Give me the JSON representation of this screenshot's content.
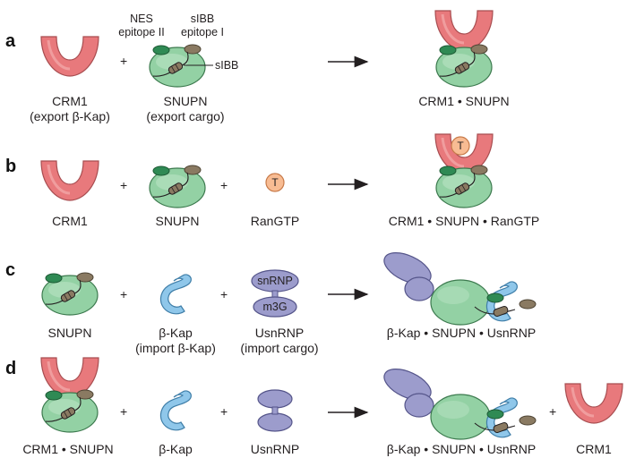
{
  "panels": {
    "a": {
      "letter": "a",
      "crm1": "CRM1",
      "crm1_sub": "(export β-Kap)",
      "snupn": "SNUPN",
      "snupn_sub": "(export cargo)",
      "nes_line1": "NES",
      "nes_line2": "epitope II",
      "sibb_line1": "sIBB",
      "sibb_line2": "epitope I",
      "sibb_label": "sIBB",
      "plus": "+",
      "product": "CRM1 • SNUPN"
    },
    "b": {
      "letter": "b",
      "crm1": "CRM1",
      "snupn": "SNUPN",
      "rangtp": "RanGTP",
      "t": "T",
      "plus": "+",
      "product": "CRM1 • SNUPN • RanGTP"
    },
    "c": {
      "letter": "c",
      "snupn": "SNUPN",
      "bkap": "β-Kap",
      "bkap_sub": "(import β-Kap)",
      "usnrnp": "UsnRNP",
      "usnrnp_sub": "(import cargo)",
      "snrnp": "snRNP",
      "m3g": "m3G",
      "plus": "+",
      "product": "β-Kap • SNUPN • UsnRNP"
    },
    "d": {
      "letter": "d",
      "complex": "CRM1 • SNUPN",
      "bkap": "β-Kap",
      "usnrnp": "UsnRNP",
      "plus": "+",
      "product": "β-Kap • SNUPN • UsnRNP",
      "crm1": "CRM1"
    }
  },
  "colors": {
    "crm1": "#e8797c",
    "snupn": "#93d1a4",
    "bkap": "#8fc7ea",
    "usnrnp": "#9c9ccc",
    "ran": "#f8bc93",
    "epitope_nes": "#2f8a54",
    "epitope_sibb": "#8a7a62"
  }
}
